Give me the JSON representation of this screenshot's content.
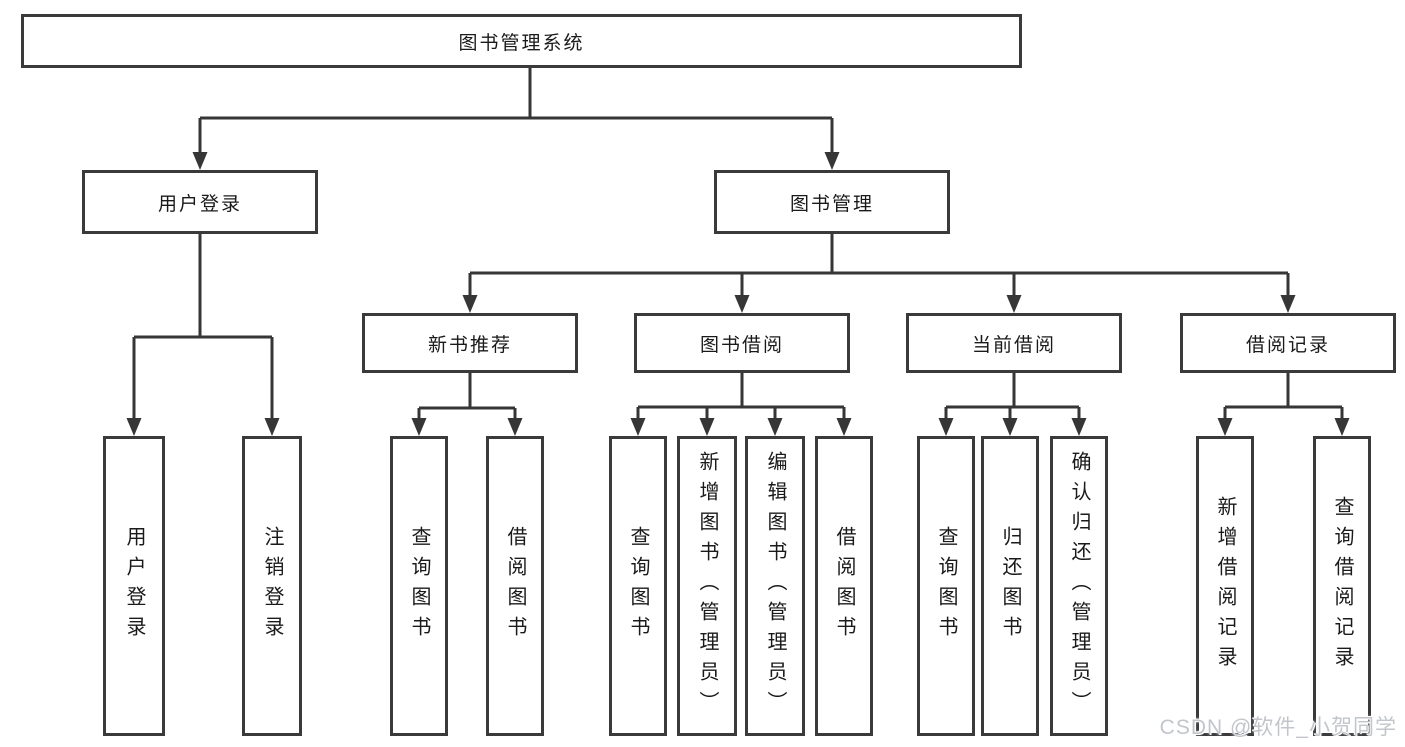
{
  "tree": {
    "root": "图书管理系统",
    "branches": [
      {
        "label": "用户登录",
        "children": [
          "用户登录",
          "注销登录"
        ]
      },
      {
        "label": "图书管理",
        "groups": [
          {
            "label": "新书推荐",
            "children": [
              "查询图书",
              "借阅图书"
            ]
          },
          {
            "label": "图书借阅",
            "children": [
              "查询图书",
              "新增图书（管理员）",
              "编辑图书（管理员）",
              "借阅图书"
            ]
          },
          {
            "label": "当前借阅",
            "children": [
              "查询图书",
              "归还图书",
              "确认归还（管理员）"
            ]
          },
          {
            "label": "借阅记录",
            "children": [
              "新增借阅记录",
              "查询借阅记录"
            ]
          }
        ]
      }
    ]
  },
  "watermark": "CSDN @软件_小贺同学",
  "colors": {
    "line": "#363636",
    "box_border": "#3a3a3a",
    "text": "#1a1a1a",
    "watermark": "#c2c6cb",
    "background": "#ffffff"
  }
}
